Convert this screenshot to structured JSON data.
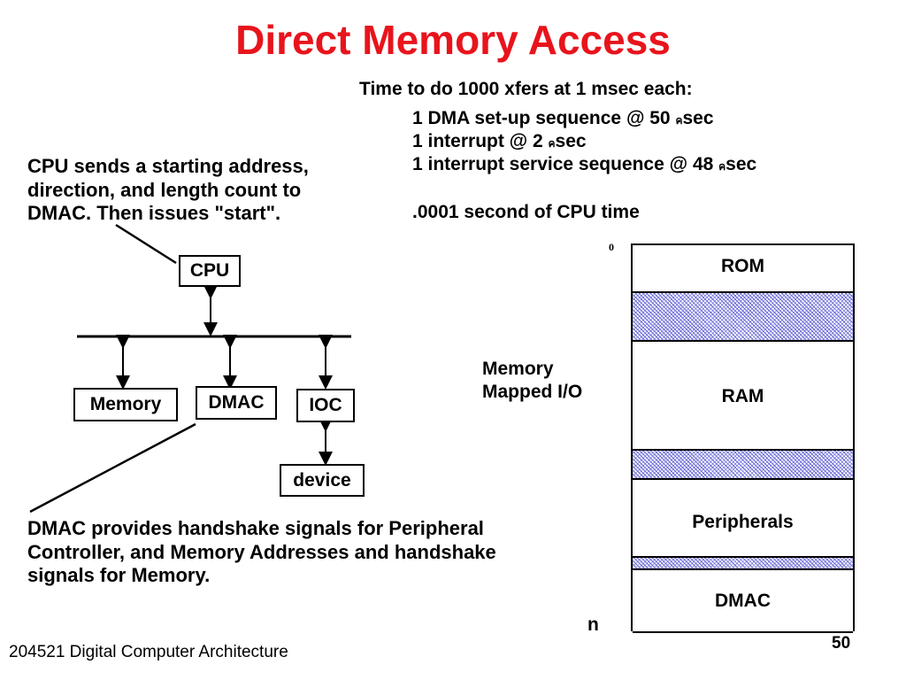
{
  "title": "Direct Memory Access",
  "timing": {
    "heading": "Time to do 1000 xfers at 1 msec each:",
    "line1_a": "1 DMA set-up sequence @ 50 ",
    "line1_mu": "ค",
    "line1_b": "sec",
    "line2_a": "1 interrupt @ 2 ",
    "line2_mu": "ค",
    "line2_b": "sec",
    "line3_a": "1 interrupt service sequence @ 48 ",
    "line3_mu": "ค",
    "line3_b": "sec",
    "total": ".0001 second of CPU time"
  },
  "cpu_note": {
    "line1": "CPU sends a starting address,",
    "line2": "direction,  and length count to",
    "line3": "DMAC. Then issues \"start\"."
  },
  "diagram": {
    "cpu": "CPU",
    "memory": "Memory",
    "dmac": "DMAC",
    "ioc": "IOC",
    "device": "device"
  },
  "dmac_note": {
    "line1": "DMAC provides handshake signals for Peripheral",
    "line2": "Controller, and Memory Addresses and handshake",
    "line3": "signals for Memory."
  },
  "memory_map": {
    "label_line1": "Memory",
    "label_line2": "Mapped I/O",
    "start": "0",
    "end": "n",
    "regions": {
      "rom": "ROM",
      "ram": "RAM",
      "peripherals": "Peripherals",
      "dmac": "DMAC"
    }
  },
  "footer": "204521 Digital Computer Architecture",
  "page_number": "50"
}
